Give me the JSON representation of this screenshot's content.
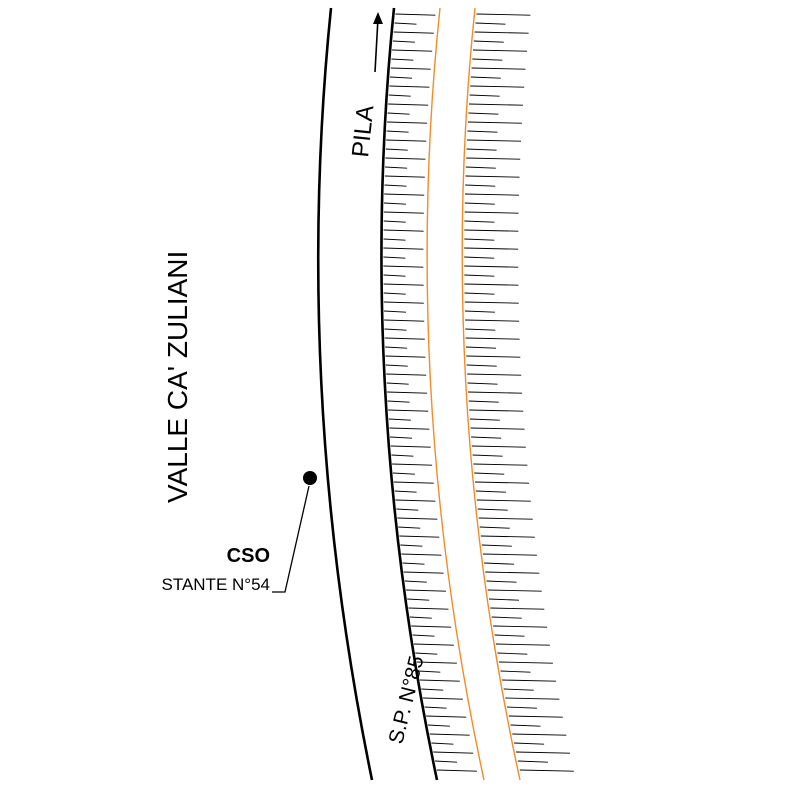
{
  "labels": {
    "area_name": "VALLE CA' ZULIANI",
    "direction": "PILA",
    "road_name": "S.P. N°85",
    "point_code": "CSO",
    "point_name": "STANTE N°54"
  },
  "colors": {
    "linework": "#000000",
    "hatch": "#000000",
    "embankment_line": "#f28c28",
    "background": "#ffffff"
  },
  "symbols": {
    "point_marker": "filled-circle",
    "direction_arrow": "arrow-up-icon"
  }
}
